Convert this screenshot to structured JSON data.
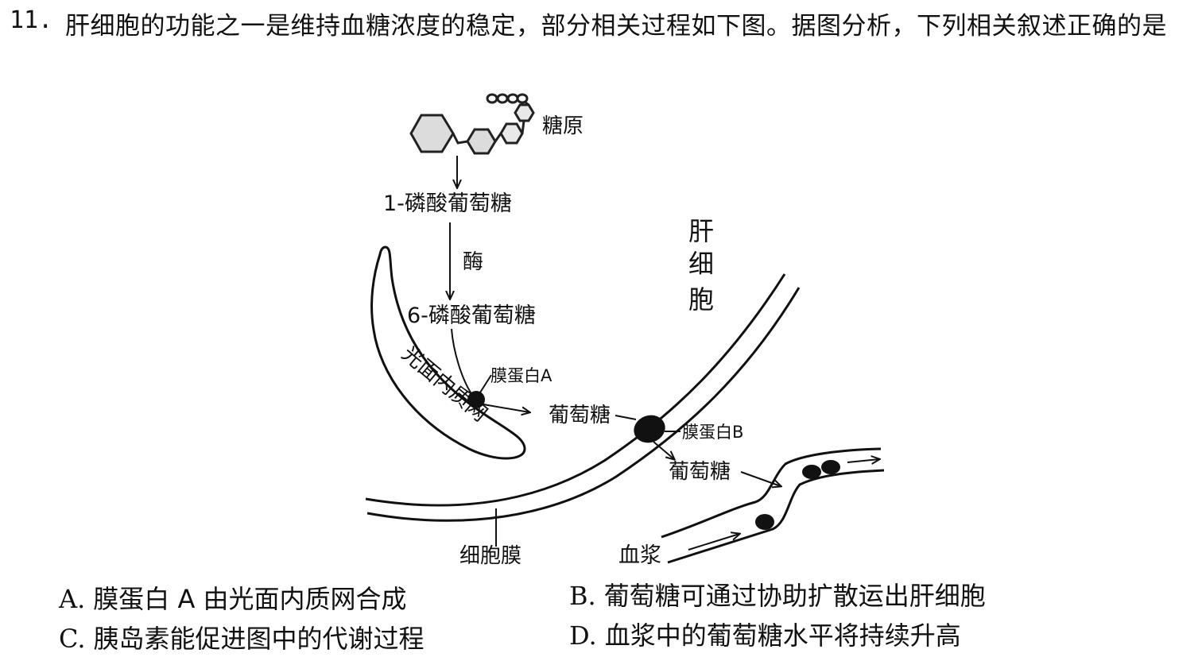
{
  "question": {
    "number": "11.",
    "stem": "肝细胞的功能之一是维持血糖浓度的稳定，部分相关过程如下图。据图分析，下列相关叙述正确的是"
  },
  "figure": {
    "glycogen": "糖原",
    "g1p": "1-磷酸葡萄糖",
    "enzyme": "酶",
    "g6p": "6-磷酸葡萄糖",
    "liver_cell": [
      "肝",
      "细",
      "胞"
    ],
    "smooth_er": "光面内质网",
    "protein_a": "膜蛋白A",
    "glucose_inside": "葡萄糖",
    "protein_b": "膜蛋白B",
    "glucose_outside": "葡萄糖",
    "cell_membrane": "细胞膜",
    "plasma": "血浆"
  },
  "options": [
    {
      "letter": "A.",
      "text": "膜蛋白 A 由光面内质网合成"
    },
    {
      "letter": "B.",
      "text": "葡萄糖可通过协助扩散运出肝细胞"
    },
    {
      "letter": "C.",
      "text": "胰岛素能促进图中的代谢过程"
    },
    {
      "letter": "D.",
      "text": "血浆中的葡萄糖水平将持续升高"
    }
  ]
}
